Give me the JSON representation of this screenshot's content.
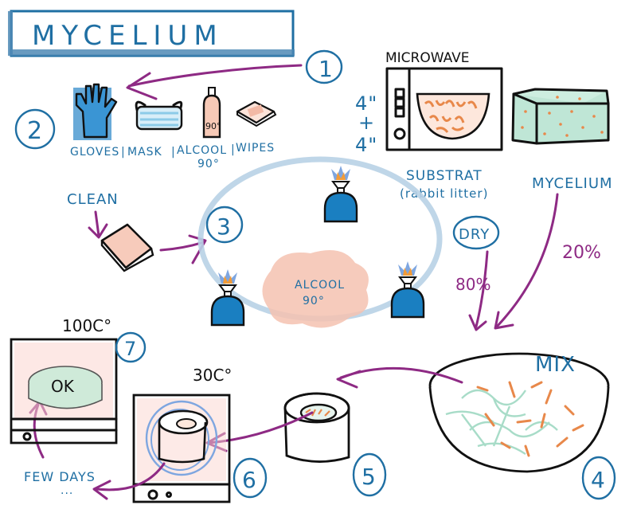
{
  "title": "MYCELIUM",
  "colors": {
    "ink_blue": "#1f6fa3",
    "arrow_purple": "#8e2a84",
    "glove_blue": "#2a86c8",
    "mask_blue": "#8ccbe8",
    "wipe_pink": "#f2b9a6",
    "mycelium_green": "#a8dcc8",
    "substrate_orange": "#e8884a",
    "burner_blue": "#1a7fc1",
    "flame_orange": "#f29b38",
    "flame_blue": "#7ea6e0",
    "alcool_pink": "#f4c2b0",
    "ring_blue": "#b8d2e6"
  },
  "steps": [
    {
      "number": "1",
      "label": "MICROWAVE",
      "time_top": "4\"",
      "plus": "+",
      "time_bottom": "4\"",
      "substrate_label": "SUBSTRAT",
      "substrate_note": "(rabbit litter)"
    },
    {
      "number": "2",
      "supplies": [
        "GLOVES",
        "MASK",
        "ALCOOL",
        "WIPES"
      ],
      "alcool_degree": "90°",
      "bottle_label": "90°"
    },
    {
      "number": "3",
      "clean_label": "CLEAN",
      "alcool_label": "ALCOOL",
      "alcool_degree": "90°"
    },
    {
      "number": "4",
      "mix_label": "MIX",
      "dry_label": "DRY",
      "dry_percent": "80%",
      "mycelium_label": "MYCELIUM",
      "mycelium_percent": "20%"
    },
    {
      "number": "5"
    },
    {
      "number": "6",
      "temperature": "30C°"
    },
    {
      "number": "7",
      "temperature": "100C°",
      "result_label": "OK",
      "duration_label": "FEW DAYS",
      "ellipsis": "..."
    }
  ]
}
